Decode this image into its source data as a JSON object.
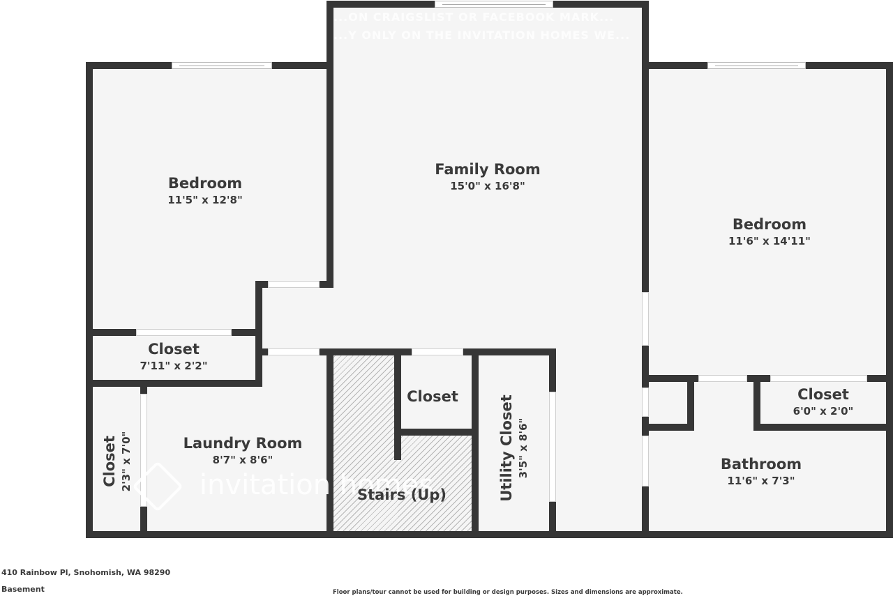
{
  "watermark": {
    "line1": "...ON CRAIGSLIST OR FACEBOOK MARK...",
    "line2": "...Y ONLY ON THE INVITATION HOMES WE...",
    "logo_text": "invitation homes",
    "logo_icon": "invitation-homes-logo-icon"
  },
  "rooms": [
    {
      "name": "Bedroom",
      "dimensions": "11'5\" x 12'8\""
    },
    {
      "name": "Family Room",
      "dimensions": "15'0\" x 16'8\""
    },
    {
      "name": "Bedroom",
      "dimensions": "11'6\" x 14'11\""
    },
    {
      "name": "Closet",
      "dimensions": "7'11\" x 2'2\""
    },
    {
      "name": "Closet",
      "dimensions": "2'3\" x 7'0\""
    },
    {
      "name": "Laundry Room",
      "dimensions": "8'7\" x 8'6\""
    },
    {
      "name": "Closet",
      "dimensions": ""
    },
    {
      "name": "Stairs (Up)",
      "dimensions": ""
    },
    {
      "name": "Utility Closet",
      "dimensions": "3'5\" x 8'6\""
    },
    {
      "name": "Closet",
      "dimensions": "6'0\" x 2'0\""
    },
    {
      "name": "Bathroom",
      "dimensions": "11'6\" x 7'3\""
    }
  ],
  "footer": {
    "address": "410 Rainbow Pl, Snohomish, WA 98290",
    "level": "Basement",
    "disclaimer": "Floor plans/tour cannot be used for building or design purposes. Sizes and dimensions are approximate."
  },
  "colors": {
    "wall": "#363636",
    "floor": "#f5f5f5",
    "text": "#3a3a3a",
    "background": "#ffffff"
  }
}
